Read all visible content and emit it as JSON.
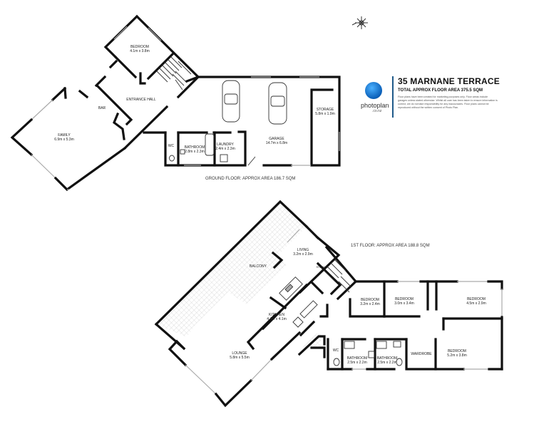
{
  "header": {
    "title": "35 MARNANE TERRACE",
    "subtitle": "TOTAL APPROX FLOOR AREA 375.5 SQM",
    "disclaimer": "Floor plans have been created for marketing purposes only. Floor areas include garages unless stated otherwise. Whilst all care has been taken to ensure information is correct, we do not take responsibility for any inaccuracies. Floor plans cannot be reproduced without the written consent of Photo Plan.",
    "logo": {
      "name": "photoplan",
      "domain": ".co.nz",
      "icon": "photoplan-logo-icon",
      "color": "#1a7fd6"
    },
    "accent_bar_color": "#1f5a8a"
  },
  "compass": {
    "icon": "compass-rose-icon"
  },
  "ground_floor": {
    "caption": "GROUND FLOOR: APPROX AREA 186.7 SQM",
    "rooms": {
      "bedroom": {
        "name": "BEDROOM",
        "dims": "4.1m x 3.8m"
      },
      "entrance_hall": {
        "name": "ENTRANCE HALL"
      },
      "bar": {
        "name": "BAR"
      },
      "family": {
        "name": "FAMILY",
        "dims": "6.9m x 5.3m"
      },
      "wc": {
        "name": "WC"
      },
      "bathroom": {
        "name": "BATHROOM",
        "dims": "2.8m x 2.3m"
      },
      "laundry": {
        "name": "LAUNDRY",
        "dims": "2.4m x 2.3m"
      },
      "garage": {
        "name": "GARAGE",
        "dims": "14.7m x 6.8m"
      },
      "storage": {
        "name": "STORAGE",
        "dims": "5.8m x 1.9m"
      }
    }
  },
  "first_floor": {
    "caption": "1ST FLOOR: APPROX AREA 188.8 SQM",
    "rooms": {
      "balcony": {
        "name": "BALCONY"
      },
      "living": {
        "name": "LIVING",
        "dims": "3.2m x 2.9m"
      },
      "storage": {
        "name": "STORAGE"
      },
      "kitchen": {
        "name": "KITCHEN",
        "dims": "4.4m x 4.1m"
      },
      "lounge": {
        "name": "LOUNGE",
        "dims": "5.8m x 5.5m"
      },
      "bedroom1": {
        "name": "BEDROOM",
        "dims": "3.2m x 2.4m"
      },
      "bedroom2": {
        "name": "BEDROOM",
        "dims": "3.0m x 3.4m"
      },
      "bedroom3": {
        "name": "BEDROOM",
        "dims": "4.5m x 2.9m"
      },
      "wc": {
        "name": "WC"
      },
      "bathroom1": {
        "name": "BATHROOM",
        "dims": "2.5m x 2.2m"
      },
      "bathroom2": {
        "name": "BATHROOM",
        "dims": "2.5m x 2.2m"
      },
      "wardrobe": {
        "name": "WARDROBE"
      },
      "bedroom4": {
        "name": "BEDROOM",
        "dims": "5.2m x 3.8m"
      }
    }
  }
}
